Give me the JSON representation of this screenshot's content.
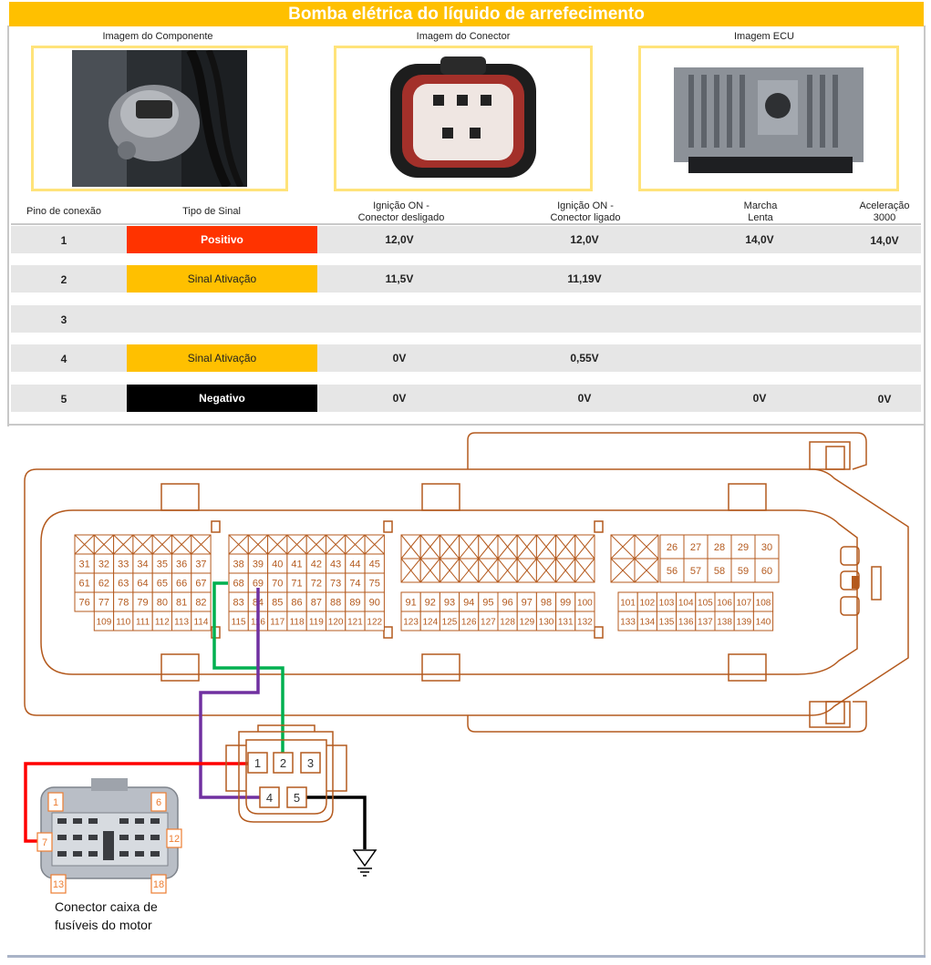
{
  "title": "Bomba elétrica do líquido de arrefecimento",
  "images": {
    "component_label": "Imagem do Componente",
    "connector_label": "Imagem do Conector",
    "ecu_label": "Imagem ECU"
  },
  "table": {
    "headers": {
      "pin": "Pino de conexão",
      "signal": "Tipo de Sinal",
      "ign_off_l1": "Ignição ON -",
      "ign_off_l2": "Conector desligado",
      "ign_on_l1": "Ignição ON -",
      "ign_on_l2": "Conector ligado",
      "idle_l1": "Marcha",
      "idle_l2": "Lenta",
      "accel_l1": "Aceleração",
      "accel_l2": "3000"
    },
    "rows": [
      {
        "pin": "1",
        "signal": "Positivo",
        "signal_bg": "#ff3300",
        "signal_fg": "#ffffff",
        "ign_off": "12,0V",
        "ign_on": "12,0V",
        "idle": "14,0V",
        "accel": "14,0V"
      },
      {
        "pin": "2",
        "signal": "Sinal Ativação",
        "signal_bg": "#ffc000",
        "signal_fg": "#222222",
        "ign_off": "11,5V",
        "ign_on": "11,19V",
        "idle": "",
        "accel": ""
      },
      {
        "pin": "3",
        "signal": "",
        "signal_bg": "",
        "signal_fg": "",
        "ign_off": "",
        "ign_on": "",
        "idle": "",
        "accel": ""
      },
      {
        "pin": "4",
        "signal": "Sinal Ativação",
        "signal_bg": "#ffc000",
        "signal_fg": "#222222",
        "ign_off": "0V",
        "ign_on": "0,55V",
        "idle": "",
        "accel": ""
      },
      {
        "pin": "5",
        "signal": "Negativo",
        "signal_bg": "#000000",
        "signal_fg": "#ffffff",
        "ign_off": "0V",
        "ign_on": "0V",
        "idle": "0V",
        "accel": "0V"
      }
    ]
  },
  "diagram": {
    "ecu_pins": {
      "b1_r1": [
        "31",
        "32",
        "33",
        "34",
        "35",
        "36",
        "37"
      ],
      "b1_r2": [
        "61",
        "62",
        "63",
        "64",
        "65",
        "66",
        "67"
      ],
      "b1_r3": [
        "76",
        "77",
        "78",
        "79",
        "80",
        "81",
        "82"
      ],
      "b1_r4": [
        "109",
        "110",
        "111",
        "112",
        "113",
        "114"
      ],
      "b2_r1": [
        "38",
        "39",
        "40",
        "41",
        "42",
        "43",
        "44",
        "45"
      ],
      "b2_r2": [
        "68",
        "69",
        "70",
        "71",
        "72",
        "73",
        "74",
        "75"
      ],
      "b2_r3": [
        "83",
        "84",
        "85",
        "86",
        "87",
        "88",
        "89",
        "90"
      ],
      "b2_r4": [
        "115",
        "116",
        "117",
        "118",
        "119",
        "120",
        "121",
        "122"
      ],
      "b3_r3": [
        "91",
        "92",
        "93",
        "94",
        "95",
        "96",
        "97",
        "98",
        "99",
        "100"
      ],
      "b3_r4": [
        "123",
        "124",
        "125",
        "126",
        "127",
        "128",
        "129",
        "130",
        "131",
        "132"
      ],
      "b4_r1": [
        "26",
        "27",
        "28",
        "29",
        "30"
      ],
      "b4_r2": [
        "56",
        "57",
        "58",
        "59",
        "60"
      ],
      "b4_r3": [
        "101",
        "102",
        "103",
        "104",
        "105",
        "106",
        "107",
        "108"
      ],
      "b4_r4": [
        "133",
        "134",
        "135",
        "136",
        "137",
        "138",
        "139",
        "140"
      ]
    },
    "pump_pins": [
      "1",
      "2",
      "3",
      "4",
      "5"
    ],
    "fuse_pins": [
      "1",
      "6",
      "7",
      "12",
      "13",
      "18"
    ],
    "fuse_caption_l1": "Conector caixa de",
    "fuse_caption_l2": "fusíveis do motor",
    "colors": {
      "outline": "#b45a1e",
      "wire_positive": "#ff0000",
      "wire_green": "#00b050",
      "wire_purple": "#7030a0",
      "wire_ground": "#000000"
    }
  }
}
